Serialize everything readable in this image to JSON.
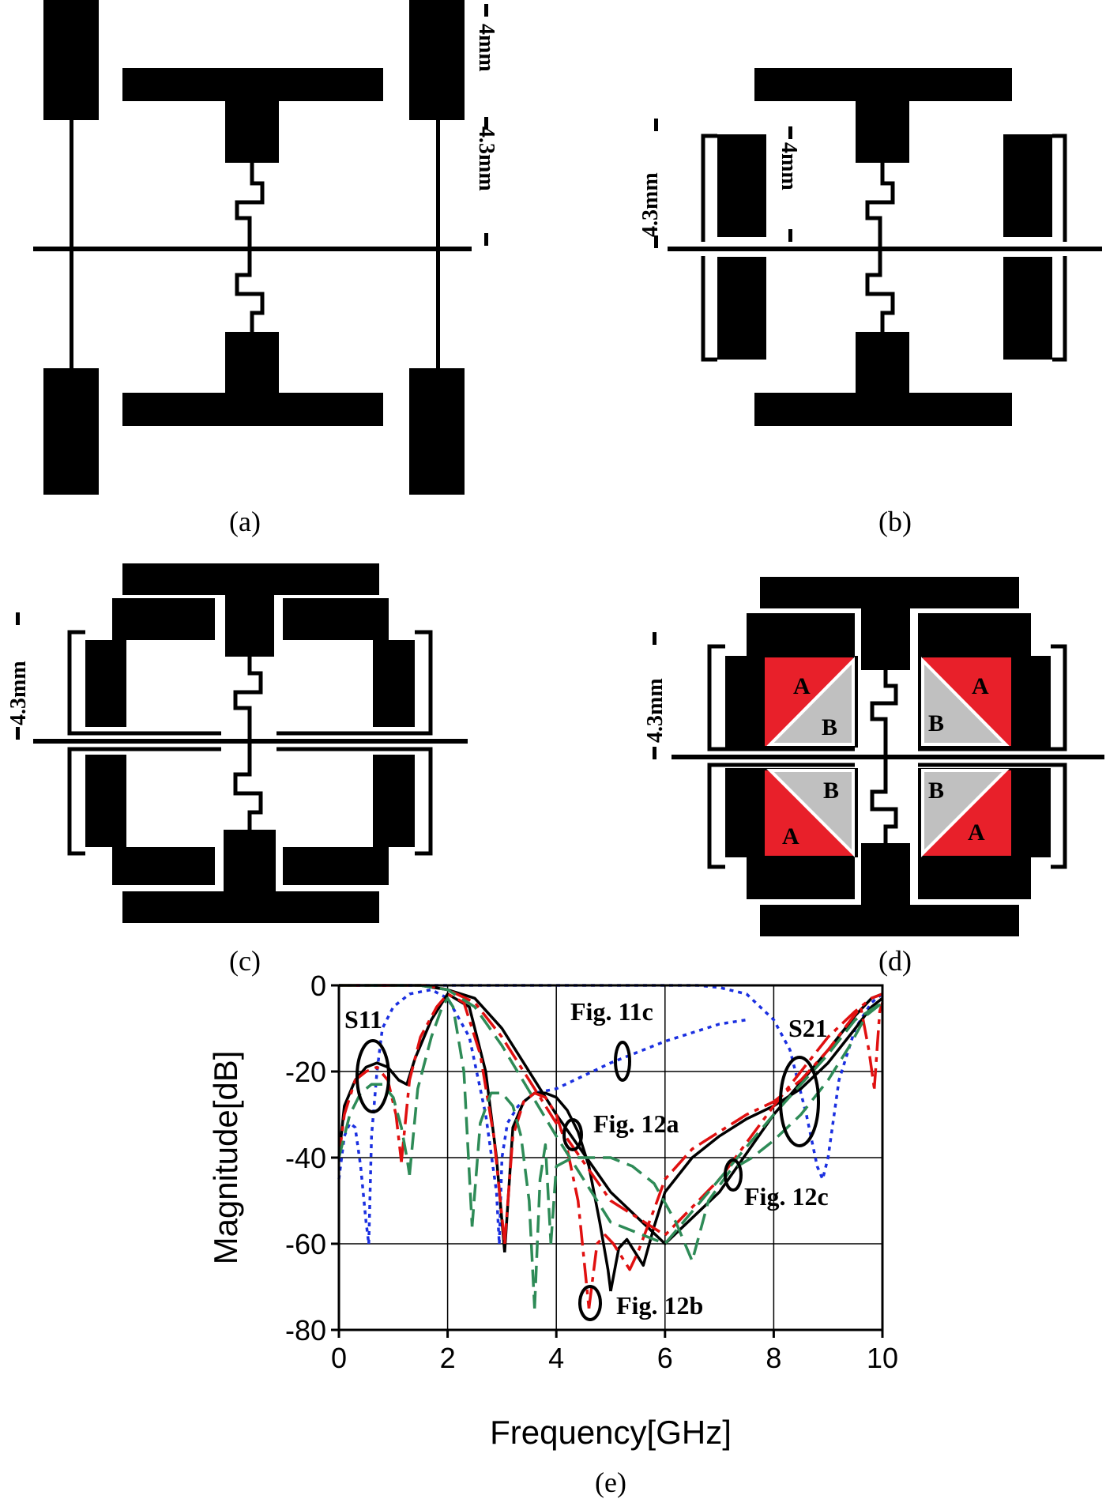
{
  "panels": {
    "a": {
      "label": "(a)",
      "dim_top": "4mm",
      "dim_bottom": "4.3mm"
    },
    "b": {
      "label": "(b)",
      "dim_left": "4.3mm",
      "dim_inner": "4mm"
    },
    "c": {
      "label": "(c)",
      "dim_left": "4.3mm"
    },
    "d": {
      "label": "(d)",
      "dim_left": "4.3mm",
      "region_a": "A",
      "region_b": "B"
    },
    "e": {
      "label": "(e)"
    }
  },
  "colors": {
    "metal": "#000000",
    "region_a": "#e8202a",
    "region_b": "#c0c0c0",
    "fig11c": "#1a2fe0",
    "fig12a": "#000000",
    "fig12b": "#e01010",
    "fig12c": "#2e8b57"
  },
  "chart_data": {
    "type": "line",
    "xlabel": "Frequency[GHz]",
    "ylabel": "Magnitude[dB]",
    "xlim": [
      0,
      10
    ],
    "ylim": [
      -80,
      0
    ],
    "xticks": [
      "0",
      "2",
      "4",
      "6",
      "8",
      "10"
    ],
    "yticks": [
      "0",
      "-20",
      "-40",
      "-60",
      "-80"
    ],
    "grid": true,
    "annotations": {
      "s11": "S11",
      "s21": "S21",
      "fig11c": "Fig. 11c",
      "fig12a": "Fig. 12a",
      "fig12b": "Fig. 12b",
      "fig12c": "Fig. 12c"
    },
    "series": [
      {
        "name": "Fig. 11c",
        "color": "#1a2fe0",
        "dash": "dot",
        "curves": [
          {
            "x": [
              0,
              0.1,
              0.2,
              0.3,
              0.4,
              0.5,
              0.55
            ],
            "y": [
              -45,
              -35,
              -32,
              -33,
              -42,
              -55,
              -60
            ]
          },
          {
            "x": [
              0.55,
              0.6,
              0.7,
              0.8,
              1.0,
              1.3,
              1.7,
              2.0,
              2.4,
              2.7,
              2.9,
              2.95
            ],
            "y": [
              -60,
              -35,
              -20,
              -10,
              -5,
              -2,
              -1,
              -3,
              -12,
              -30,
              -48,
              -60
            ]
          },
          {
            "x": [
              2.95,
              3.0,
              3.1,
              3.3,
              3.6,
              4.0,
              5.0,
              6.0,
              7.0,
              7.5
            ],
            "y": [
              -60,
              -40,
              -32,
              -28,
              -25,
              -24,
              -18,
              -13,
              -9,
              -8
            ]
          },
          {
            "x": [
              0,
              1.0,
              1.5,
              2.0,
              2.5,
              3.0,
              4.0,
              5.0,
              6.0,
              6.6,
              7.0,
              7.5,
              8.0,
              8.3,
              8.6,
              8.8,
              8.9,
              9.0,
              9.2,
              9.5,
              9.8,
              10.0
            ],
            "y": [
              0,
              0,
              0,
              0,
              0,
              0,
              0,
              0,
              0,
              0,
              -0.5,
              -2,
              -8,
              -15,
              -30,
              -42,
              -45,
              -40,
              -22,
              -10,
              -4,
              -2
            ]
          }
        ]
      },
      {
        "name": "Fig. 12a",
        "color": "#000000",
        "dash": "solid",
        "curves": [
          {
            "x": [
              0,
              0.1,
              0.3,
              0.5,
              0.7,
              0.9,
              1.1,
              1.25,
              1.4,
              1.7,
              2.0,
              2.4,
              2.7,
              2.9,
              3.05
            ],
            "y": [
              -40,
              -28,
              -22,
              -19,
              -18,
              -19,
              -22,
              -23,
              -17,
              -8,
              -2,
              -5,
              -20,
              -40,
              -62
            ]
          },
          {
            "x": [
              3.05,
              3.2,
              3.4,
              3.6,
              3.8,
              4.0,
              4.2,
              4.4,
              4.6,
              4.8,
              4.95,
              5.0
            ],
            "y": [
              -62,
              -33,
              -27,
              -25,
              -25,
              -26,
              -29,
              -34,
              -42,
              -55,
              -66,
              -71
            ]
          },
          {
            "x": [
              5.0,
              5.15,
              5.3,
              5.45,
              5.6,
              5.8,
              6.0,
              6.5,
              7.0,
              7.5,
              8.0,
              8.5,
              9.0,
              9.5,
              9.8,
              10.0
            ],
            "y": [
              -71,
              -61,
              -59,
              -62,
              -65,
              -56,
              -48,
              -40,
              -35,
              -31,
              -28,
              -24,
              -18,
              -10,
              -5,
              -3
            ]
          },
          {
            "x": [
              0,
              1.0,
              1.5,
              2.0,
              2.5,
              3.0,
              4.0,
              5.0,
              6.0,
              7.0,
              8.0,
              9.0,
              9.5,
              9.8,
              10.0
            ],
            "y": [
              0,
              0,
              0,
              -1,
              -3,
              -10,
              -30,
              -48,
              -60,
              -48,
              -30,
              -15,
              -7,
              -3,
              -2
            ]
          }
        ]
      },
      {
        "name": "Fig. 12b",
        "color": "#e01010",
        "dash": "dashdot",
        "curves": [
          {
            "x": [
              0,
              0.1,
              0.3,
              0.5,
              0.7,
              0.9,
              1.05,
              1.15
            ],
            "y": [
              -40,
              -30,
              -22,
              -20,
              -19,
              -22,
              -30,
              -41
            ]
          },
          {
            "x": [
              1.15,
              1.3,
              1.5,
              1.8,
              2.0,
              2.3,
              2.6,
              2.85,
              3.05
            ],
            "y": [
              -41,
              -22,
              -12,
              -5,
              -2,
              -4,
              -16,
              -35,
              -60
            ]
          },
          {
            "x": [
              3.05,
              3.2,
              3.4,
              3.6,
              3.8,
              4.0,
              4.2,
              4.4,
              4.6
            ],
            "y": [
              -60,
              -35,
              -27,
              -25,
              -26,
              -30,
              -38,
              -50,
              -75
            ]
          },
          {
            "x": [
              4.6,
              4.75,
              4.9,
              5.05,
              5.2,
              5.35,
              5.5,
              5.8,
              6.0,
              6.5,
              7.0,
              7.5,
              8.0,
              8.5,
              9.0,
              9.3,
              9.6,
              9.75,
              9.85
            ],
            "y": [
              -75,
              -60,
              -58,
              -60,
              -63,
              -66,
              -62,
              -52,
              -45,
              -38,
              -34,
              -30,
              -27,
              -22,
              -15,
              -10,
              -5,
              -15,
              -24
            ]
          },
          {
            "x": [
              9.85,
              9.95,
              10.0
            ],
            "y": [
              -24,
              -6,
              -4
            ]
          },
          {
            "x": [
              0,
              1.0,
              1.6,
              2.0,
              2.5,
              3.0,
              4.0,
              5.0,
              6.0,
              7.0,
              8.0,
              9.0,
              9.5,
              9.8,
              10.0
            ],
            "y": [
              0,
              0,
              0,
              -1,
              -4,
              -12,
              -32,
              -50,
              -58,
              -45,
              -28,
              -12,
              -6,
              -3,
              -2
            ]
          }
        ]
      },
      {
        "name": "Fig. 12c",
        "color": "#2e8b57",
        "dash": "dash",
        "curves": [
          {
            "x": [
              0,
              0.2,
              0.4,
              0.6,
              0.8,
              1.0,
              1.15,
              1.25,
              1.3
            ],
            "y": [
              -40,
              -30,
              -25,
              -23,
              -23,
              -26,
              -33,
              -40,
              -44
            ]
          },
          {
            "x": [
              1.3,
              1.45,
              1.7,
              1.9,
              2.0,
              2.1,
              2.3,
              2.45
            ],
            "y": [
              -44,
              -24,
              -12,
              -5,
              -3,
              -5,
              -20,
              -56
            ]
          },
          {
            "x": [
              2.45,
              2.6,
              2.8,
              3.0,
              3.2,
              3.35,
              3.5,
              3.6
            ],
            "y": [
              -56,
              -32,
              -25,
              -25,
              -28,
              -35,
              -50,
              -75
            ]
          },
          {
            "x": [
              3.6,
              3.7,
              3.8,
              3.9
            ],
            "y": [
              -75,
              -45,
              -37,
              -60
            ]
          },
          {
            "x": [
              3.9,
              4.0,
              4.3,
              4.6,
              5.0,
              5.4,
              5.8,
              6.2,
              6.5,
              6.8,
              7.2,
              7.6,
              8.0,
              8.5,
              9.0,
              9.4,
              9.7,
              10.0
            ],
            "y": [
              -60,
              -42,
              -40,
              -40,
              -40,
              -42,
              -46,
              -55,
              -64,
              -50,
              -43,
              -40,
              -36,
              -30,
              -22,
              -14,
              -7,
              -4
            ]
          },
          {
            "x": [
              0,
              1.0,
              1.5,
              2.0,
              2.5,
              3.0,
              4.0,
              5.0,
              6.0,
              7.0,
              8.0,
              9.0,
              9.5,
              10.0
            ],
            "y": [
              0,
              0,
              0,
              -1,
              -5,
              -14,
              -35,
              -55,
              -60,
              -45,
              -30,
              -16,
              -8,
              -4
            ]
          }
        ]
      }
    ]
  }
}
